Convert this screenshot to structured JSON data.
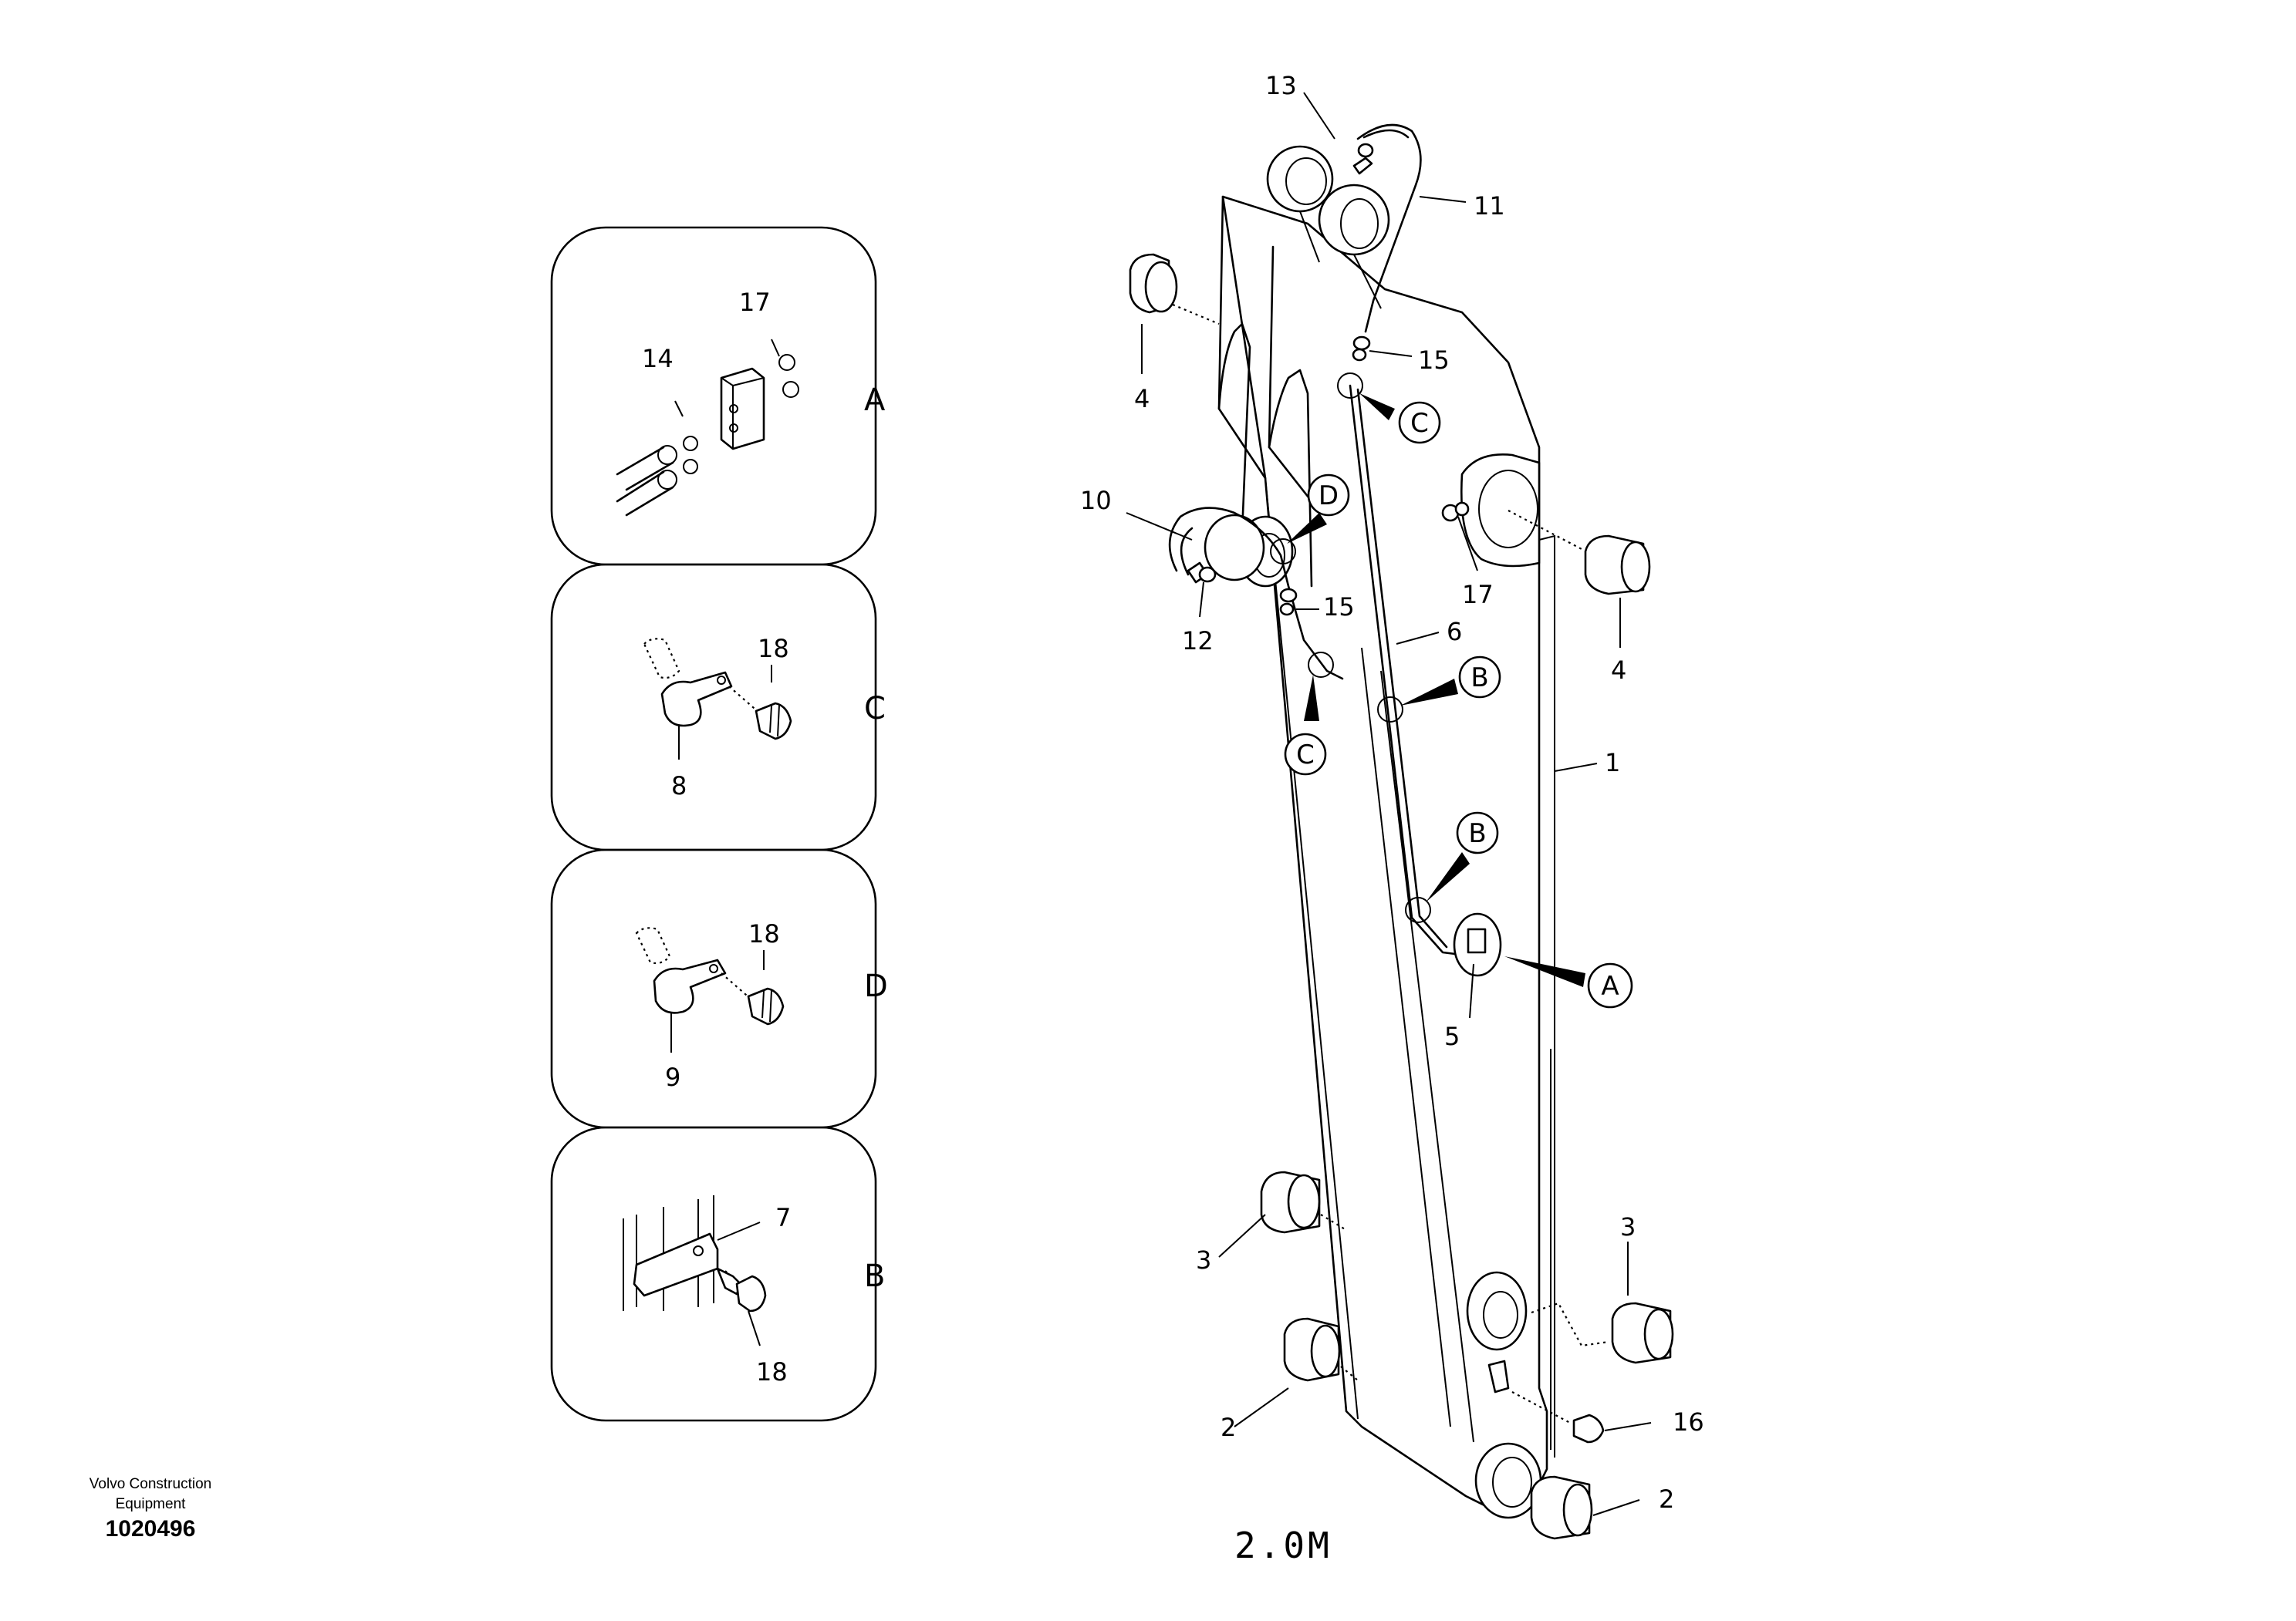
{
  "detail_panels": [
    {
      "section": "A",
      "callouts": [
        "17",
        "14"
      ]
    },
    {
      "section": "C",
      "callouts": [
        "18",
        "8"
      ]
    },
    {
      "section": "D",
      "callouts": [
        "18",
        "9"
      ]
    },
    {
      "section": "B",
      "callouts": [
        "7",
        "18"
      ]
    }
  ],
  "callouts": {
    "c13": "13",
    "c11": "11",
    "c4_left": "4",
    "c15_top": "15",
    "c10": "10",
    "c12": "12",
    "c15_mid": "15",
    "c17": "17",
    "c4_right": "4",
    "c6": "6",
    "c1": "1",
    "c5": "5",
    "c3_left": "3",
    "c3_right": "3",
    "c2_left": "2",
    "c16": "16",
    "c2_right": "2"
  },
  "view_markers": {
    "m_c_top": "C",
    "m_d": "D",
    "m_c_low": "C",
    "m_b_top": "B",
    "m_b_low": "B",
    "m_a": "A"
  },
  "drawing_code": "2.0M",
  "footer": {
    "maker_line1": "Volvo Construction",
    "maker_line2": "Equipment",
    "illustration_number": "1020496"
  }
}
